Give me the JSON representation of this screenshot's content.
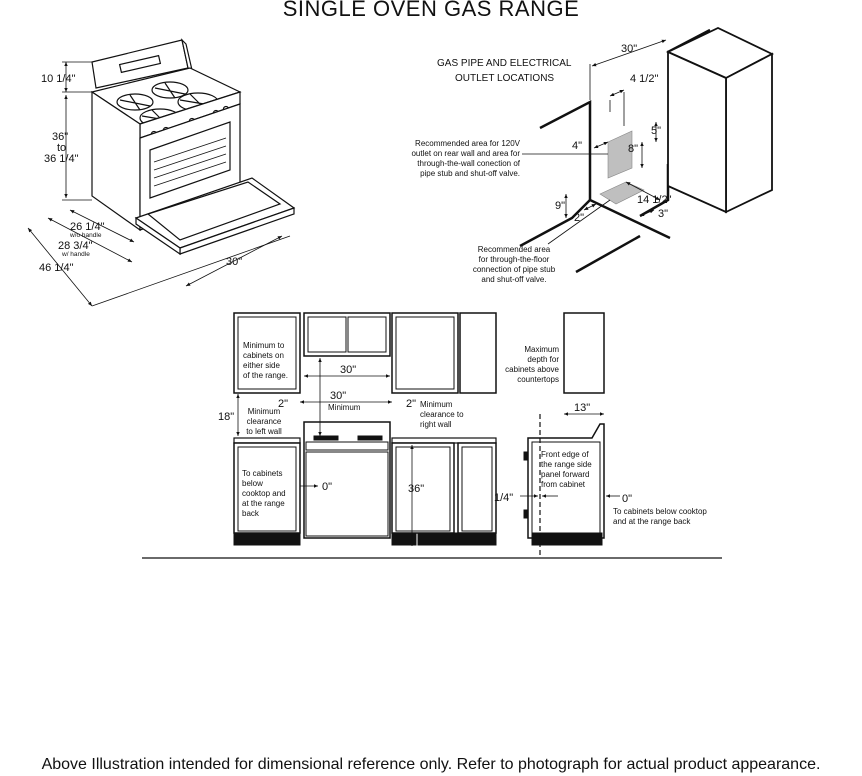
{
  "title": "SINGLE OVEN GAS RANGE",
  "footer": "Above Illustration intended for dimensional reference only. Refer to photograph for actual product appearance.",
  "range_dims": {
    "backguard_h": "10 1/4\"",
    "height_a": "36\"",
    "height_to": "to",
    "height_b": "36 1/4\"",
    "depth_no_handle": "26 1/4\"",
    "depth_no_handle_note": "w/o handle",
    "depth_handle": "28 3/4\"",
    "depth_handle_note": "w/ handle",
    "depth_door_open": "46 1/4\"",
    "width": "30\""
  },
  "gas_pipe": {
    "heading_1": "GAS PIPE AND ELECTRICAL",
    "heading_2": "OUTLET LOCATIONS",
    "width": "30\"",
    "d_4_5": "4 1/2\"",
    "d_4": "4\"",
    "d_5": "5\"",
    "d_8": "8\"",
    "d_9": "9\"",
    "d_2": "2\"",
    "d_14_5": "14 1/2\"",
    "d_3": "3\"",
    "wall_note": [
      "Recommended area for 120V",
      "outlet on rear wall and area for",
      "through-the-wall conection of",
      "pipe stub and shut-off valve."
    ],
    "floor_note": [
      "Recommended area",
      "for through-the-floor",
      "connection of pipe stub",
      "and shut-off valve."
    ]
  },
  "installation": {
    "min_cab_note": [
      "Minimum to",
      "cabinets on",
      "either side",
      "of the range."
    ],
    "width_30": "30\"",
    "width_30_min": "30\"",
    "minimum": "Minimum",
    "left_gap": "2\"",
    "right_gap": "2\"",
    "left_note": [
      "Minimum",
      "clearance",
      "to left wall"
    ],
    "right_note": [
      "Minimum",
      "clearance to",
      "right wall"
    ],
    "height_18": "18\"",
    "height_36": "36\"",
    "below_note": [
      "To cabinets",
      "below",
      "cooktop and",
      "at the range",
      "back"
    ],
    "zero_left": "0\"",
    "max_depth_note": [
      "Maximum",
      "depth for",
      "cabinets above",
      "countertops"
    ],
    "depth_13": "13\"",
    "front_edge_note": [
      "Front edge of",
      "the range side",
      "panel forward",
      "from cabinet"
    ],
    "quarter": "1/4\"",
    "zero_right": "0\"",
    "right_below_note": [
      "To cabinets below cooktop",
      "and at the range back"
    ]
  }
}
